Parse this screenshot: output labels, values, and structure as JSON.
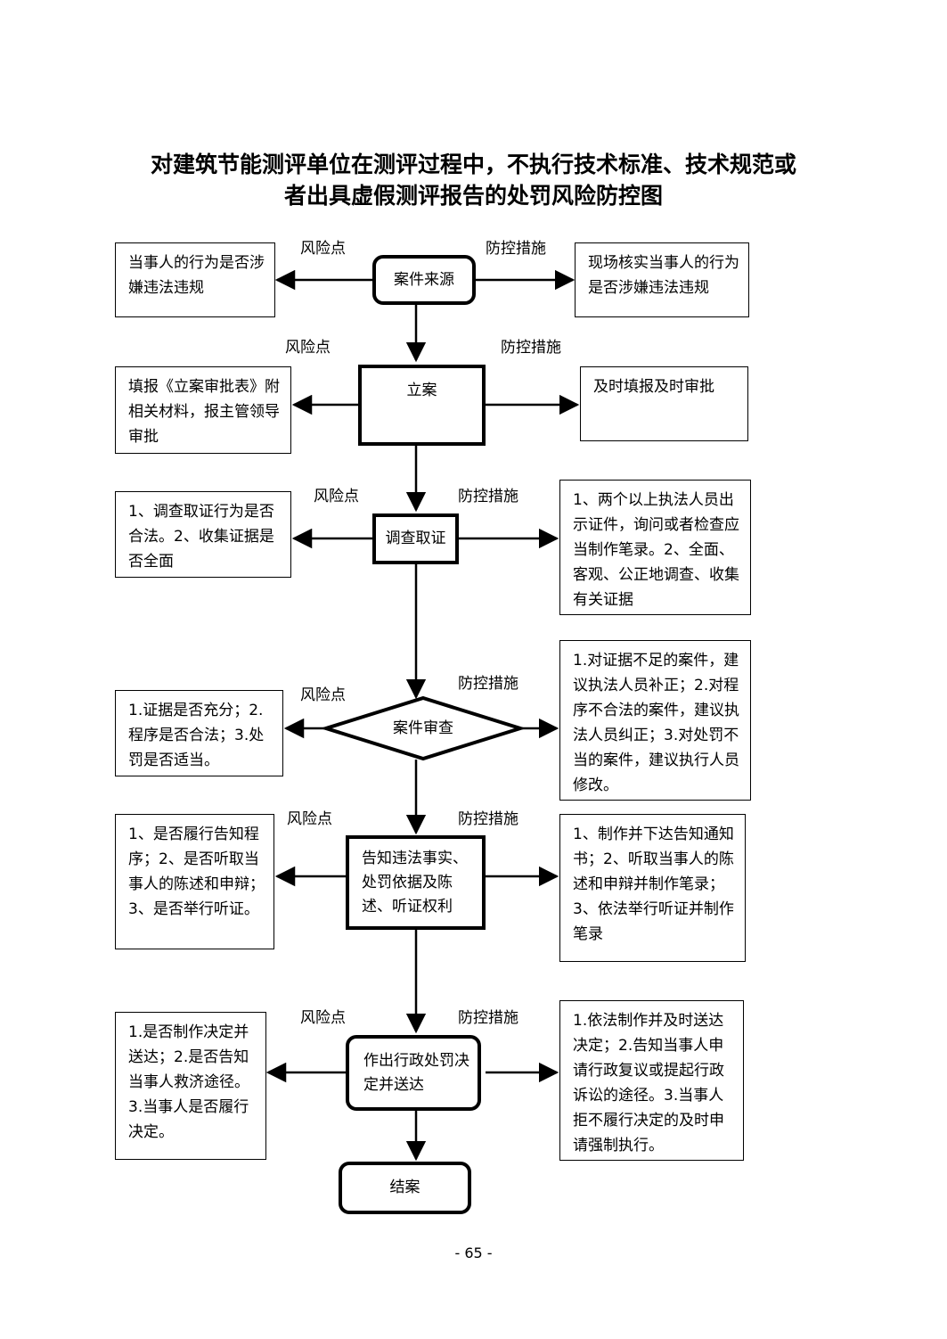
{
  "title": {
    "line1": "对建筑节能测评单位在测评过程中，不执行技术标准、技术规范或",
    "line2": "者出具虚假测评报告的处罚风险防控图"
  },
  "labels": {
    "risk": "风险点",
    "control": "防控措施"
  },
  "steps": [
    {
      "node": "案件来源",
      "risk": "当事人的行为是否涉嫌违法违规",
      "control": "现场核实当事人的行为是否涉嫌违法违规"
    },
    {
      "node": "立案",
      "risk": "填报《立案审批表》附相关材料，报主管领导审批",
      "control": "及时填报及时审批"
    },
    {
      "node": "调查取证",
      "risk": "1、调查取证行为是否合法。2、收集证据是否全面",
      "control": "1、两个以上执法人员出示证件，询问或者检查应当制作笔录。2、全面、客观、公正地调查、收集有关证据"
    },
    {
      "node": "案件审查",
      "risk": "1.证据是否充分；2.程序是否合法；3.处罚是否适当。",
      "control": "1.对证据不足的案件，建议执法人员补正；2.对程序不合法的案件，建议执法人员纠正；3.对处罚不当的案件，建议执行人员修改。"
    },
    {
      "node": "告知违法事实、处罚依据及陈述、听证权利",
      "risk": "1、是否履行告知程序；2、是否听取当事人的陈述和申辩；3、是否举行听证。",
      "control": "1、制作并下达告知通知书；2、听取当事人的陈述和申辩并制作笔录；3、依法举行听证并制作笔录"
    },
    {
      "node": "作出行政处罚决定并送达",
      "risk": "1.是否制作决定并送达；2.是否告知当事人救济途径。3.当事人是否履行决定。",
      "control": "1.依法制作并及时送达决定；2.告知当事人申请行政复议或提起行政诉讼的途径。3.当事人拒不履行决定的及时申请强制执行。"
    }
  ],
  "end_node": "结案",
  "page_number": "- 65 -"
}
